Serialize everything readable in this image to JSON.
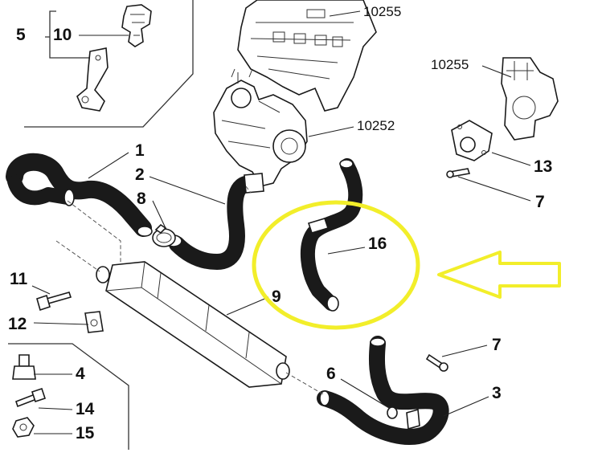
{
  "callouts": [
    {
      "id": "p1",
      "text": "1"
    },
    {
      "id": "p2",
      "text": "2"
    },
    {
      "id": "p3",
      "text": "3"
    },
    {
      "id": "p4",
      "text": "4"
    },
    {
      "id": "p5",
      "text": "5"
    },
    {
      "id": "p6",
      "text": "6"
    },
    {
      "id": "p7a",
      "text": "7"
    },
    {
      "id": "p7b",
      "text": "7"
    },
    {
      "id": "p8",
      "text": "8"
    },
    {
      "id": "p9",
      "text": "9"
    },
    {
      "id": "p10",
      "text": "10"
    },
    {
      "id": "p11",
      "text": "11"
    },
    {
      "id": "p12",
      "text": "12"
    },
    {
      "id": "p13",
      "text": "13"
    },
    {
      "id": "p14",
      "text": "14"
    },
    {
      "id": "p15",
      "text": "15"
    },
    {
      "id": "p16",
      "text": "16"
    }
  ],
  "references": [
    {
      "id": "r1",
      "text": "10255"
    },
    {
      "id": "r2",
      "text": "10255"
    },
    {
      "id": "r3",
      "text": "10252"
    }
  ],
  "highlight": {
    "color": "#f2ee2a",
    "target": "16"
  },
  "colors": {
    "ink": "#1a1a1a",
    "highlight": "#f2ee2a",
    "background": "#ffffff"
  }
}
